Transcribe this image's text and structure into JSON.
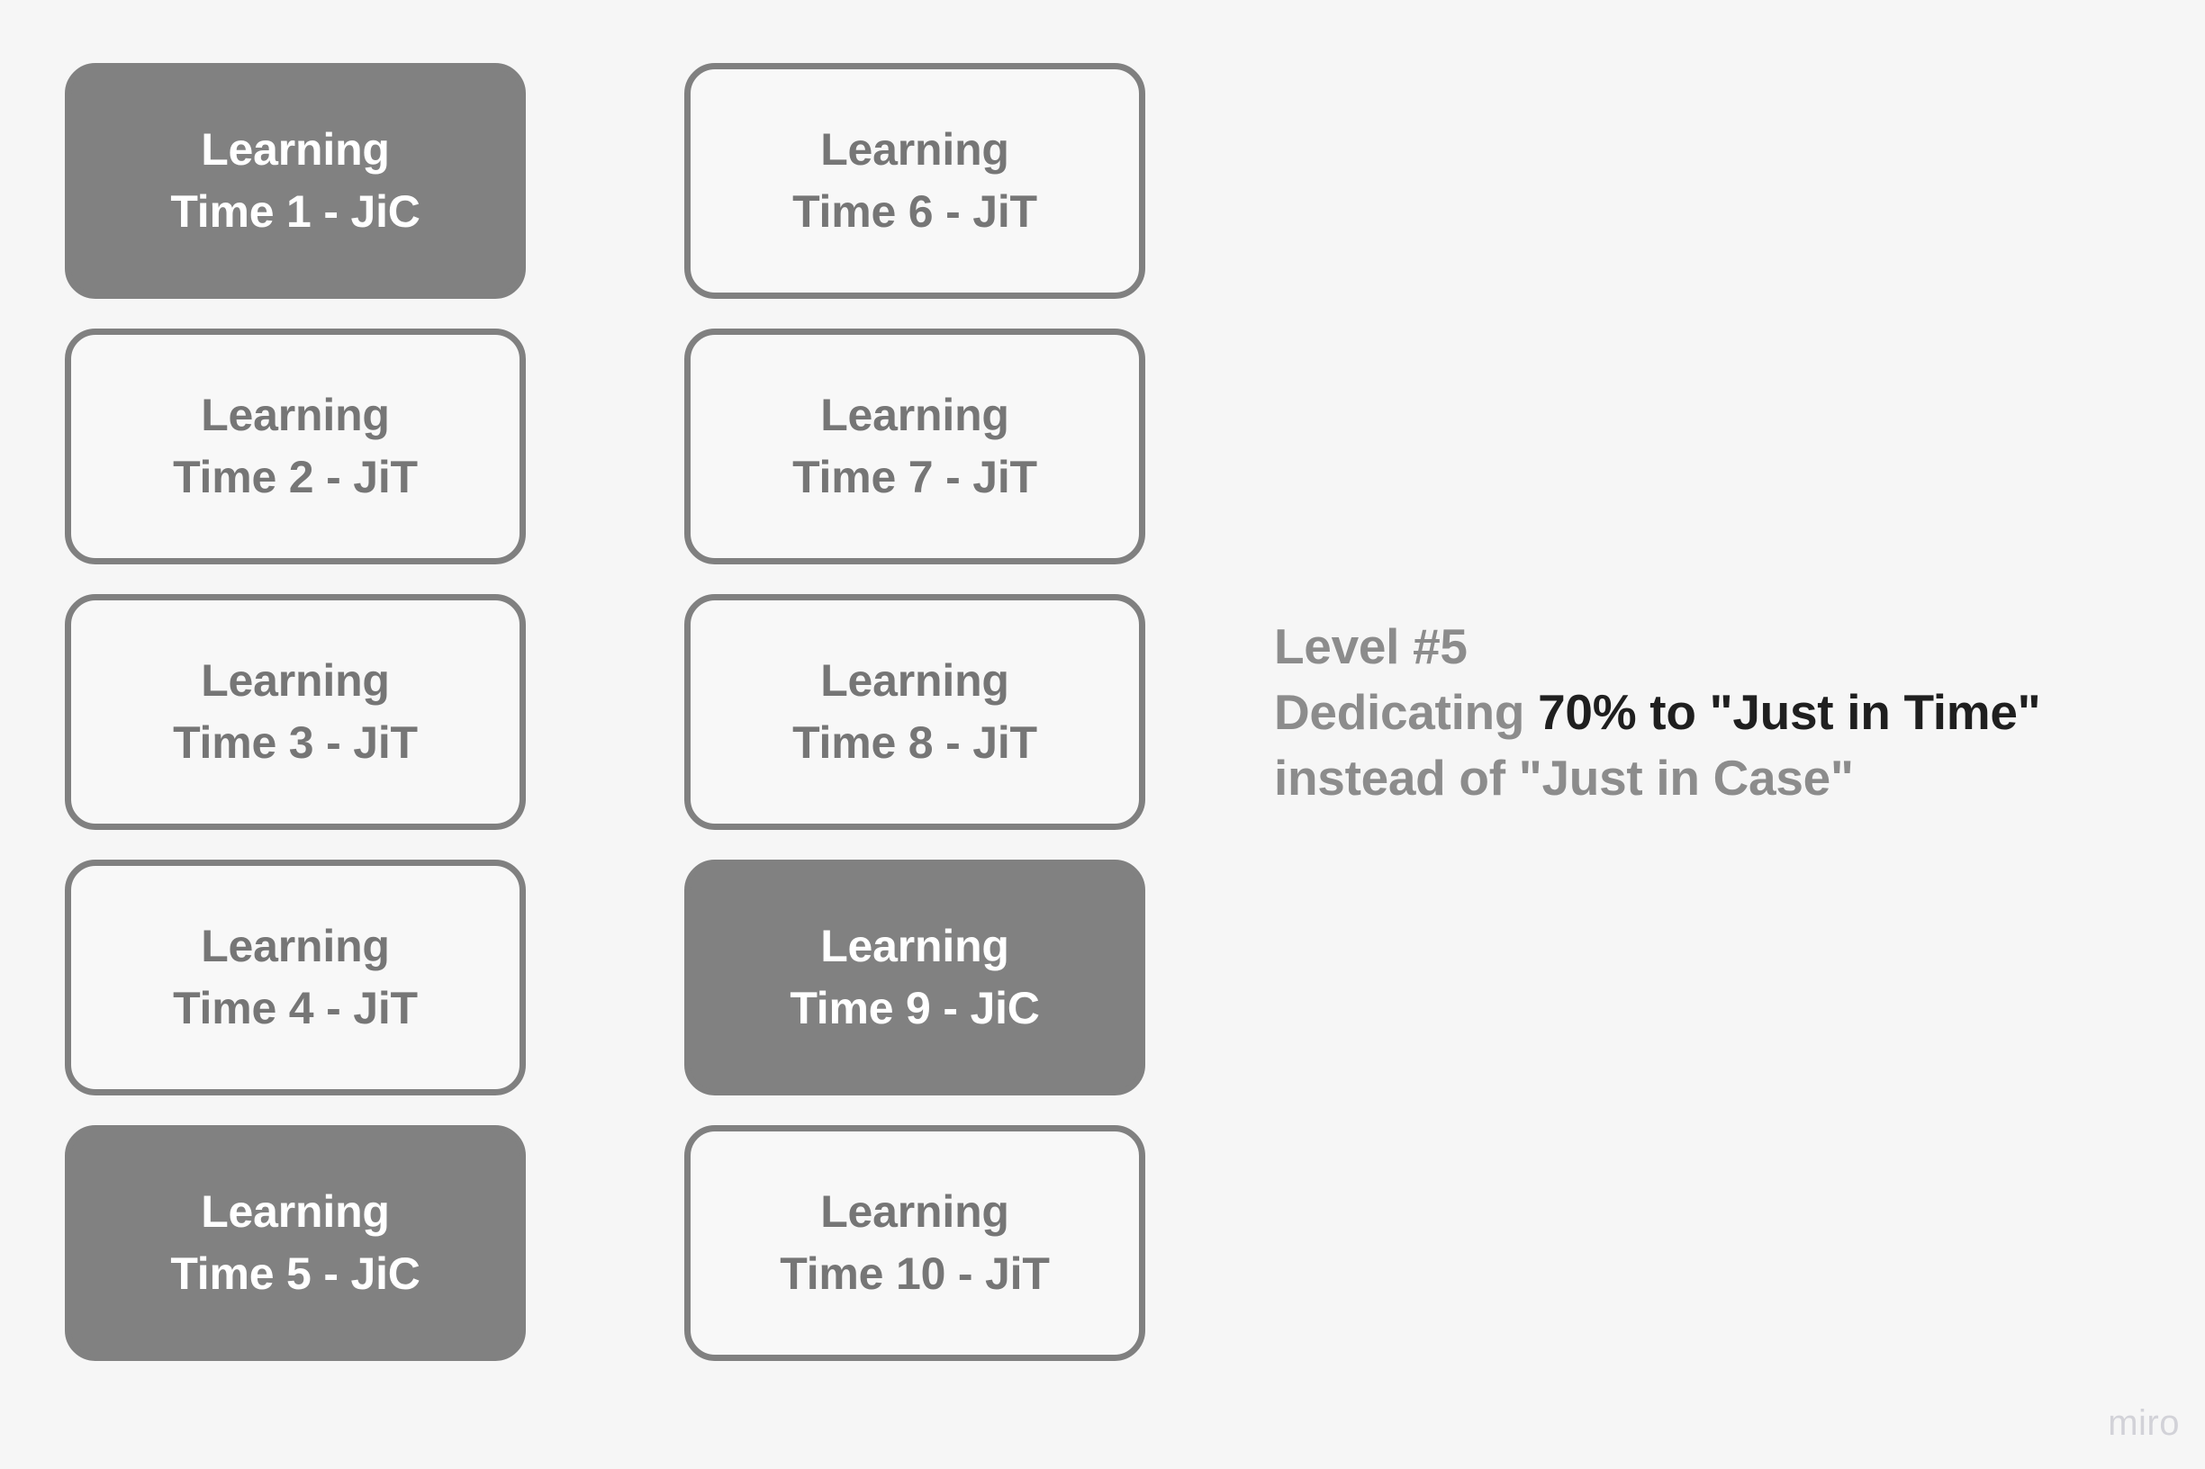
{
  "board": {
    "background_color": "#f6f6f6",
    "columns": [
      {
        "id": "column-1",
        "cards": [
          {
            "text": "Learning\nTime 1 - JiC",
            "style": "filled",
            "mode": "JiC"
          },
          {
            "text": "Learning\nTime 2 - JiT",
            "style": "outlined",
            "mode": "JiT"
          },
          {
            "text": "Learning\nTime 3 - JiT",
            "style": "outlined",
            "mode": "JiT"
          },
          {
            "text": "Learning\nTime 4 - JiT",
            "style": "outlined",
            "mode": "JiT"
          },
          {
            "text": "Learning\nTime 5 - JiC",
            "style": "filled",
            "mode": "JiC"
          }
        ]
      },
      {
        "id": "column-2",
        "cards": [
          {
            "text": "Learning\nTime 6 - JiT",
            "style": "outlined",
            "mode": "JiT"
          },
          {
            "text": "Learning\nTime 7 - JiT",
            "style": "outlined",
            "mode": "JiT"
          },
          {
            "text": "Learning\nTime 8 - JiT",
            "style": "outlined",
            "mode": "JiT"
          },
          {
            "text": "Learning\nTime 9 - JiC",
            "style": "filled",
            "mode": "JiC"
          },
          {
            "text": "Learning\nTime 10 - JiT",
            "style": "outlined",
            "mode": "JiT"
          }
        ]
      }
    ],
    "colors": {
      "filled_fill": "#818181",
      "outline_stroke": "#808080",
      "outline_fill": "#f8f8f8",
      "filled_text": "#ffffff",
      "outline_text": "#767676",
      "annotation_text": "#8c8c8c",
      "annotation_emphasis": "#1f1f1f",
      "watermark_text": "#d2d2d8"
    }
  },
  "annotation": {
    "line_1": "Level #5",
    "line_2_prefix": "Dedicating ",
    "line_2_emphasis": "70% to \"Just in Time\"",
    "line_3": "instead of \"Just in Case\""
  },
  "watermark": {
    "label": "miro"
  }
}
